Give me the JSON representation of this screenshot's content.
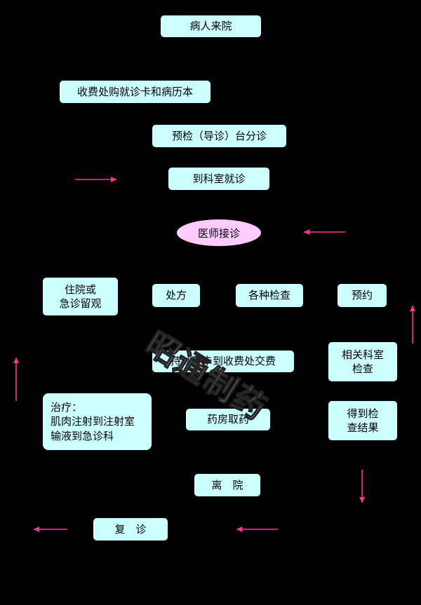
{
  "nodes": {
    "patient_arrival": "病人来院",
    "buy_card": "收费处购就诊卡和病历本",
    "triage": "预检（导诊）台分诊",
    "department_visit": "到科室就诊",
    "doctor_consult": "医师接诊",
    "hospitalize_or_observe": "住院或\n急诊留观",
    "prescription": "处方",
    "examinations": "各种检查",
    "appointment": "预约",
    "pay_fees": "持就诊卡到收费处交费",
    "related_dept_exam": "相关科室\n检查",
    "treatment": "治疗：\n肌肉注射到注射室\n输液到急诊科",
    "pharmacy": "药房取药",
    "get_results": "得到检\n查结果",
    "leave_hospital": "离　院",
    "follow_up": "复　诊"
  },
  "watermark": "昭通制药",
  "colors": {
    "background": "#000000",
    "box": "#ccffff",
    "ellipse": "#ffccff",
    "arrow": "#ff3399"
  }
}
